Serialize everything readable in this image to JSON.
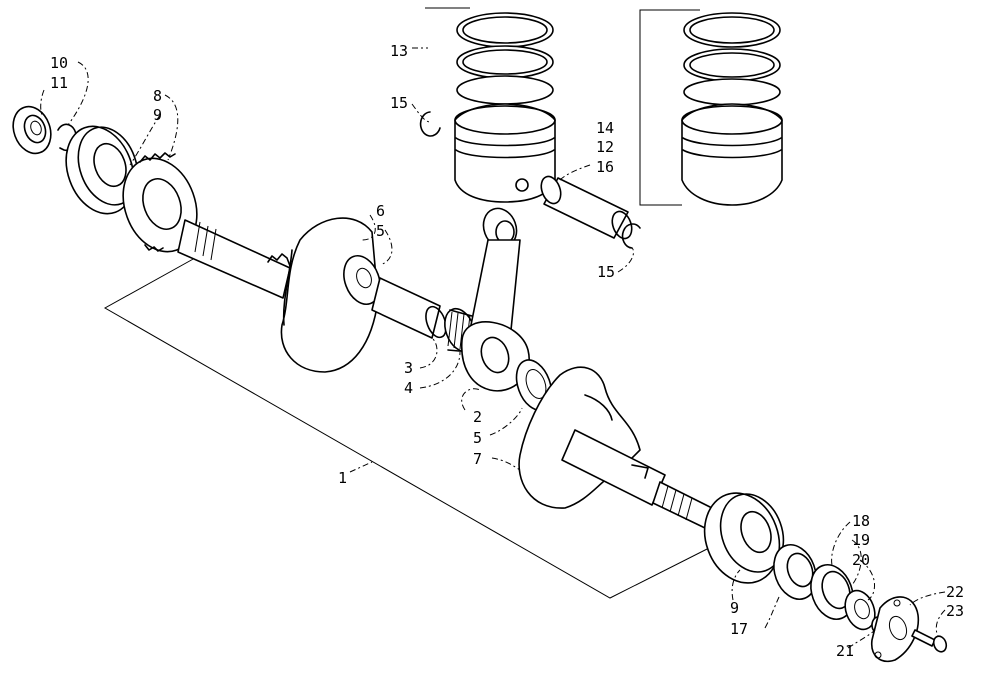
{
  "diagram": {
    "callouts": {
      "c1": "1",
      "c2": "2",
      "c3": "3",
      "c4": "4",
      "c5a": "5",
      "c5b": "5",
      "c6": "6",
      "c7": "7",
      "c8": "8",
      "c9a": "9",
      "c9b": "9",
      "c10": "10",
      "c11": "11",
      "c12": "12",
      "c13": "13",
      "c14": "14",
      "c15a": "15",
      "c15b": "15",
      "c16": "16",
      "c17": "17",
      "c18": "18",
      "c19": "19",
      "c20": "20",
      "c21": "21",
      "c22": "22",
      "c23": "23"
    }
  }
}
